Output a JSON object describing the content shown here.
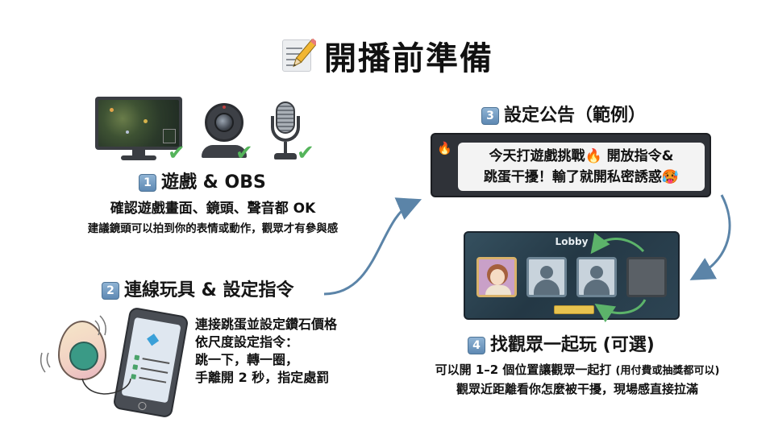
{
  "title": {
    "icon": "memo-pencil-icon",
    "text": "開播前準備"
  },
  "sections": [
    {
      "number": "1",
      "heading": "遊戲 & OBS",
      "line1": "確認遊戲畫面、鏡頭、聲音都 OK",
      "line2": "建議鏡頭可以拍到你的表情或動作，觀眾才有參與感",
      "icons": [
        "monitor-game-icon",
        "webcam-icon",
        "microphone-icon"
      ],
      "check_mark": "✔"
    },
    {
      "number": "2",
      "heading": "連線玩具 & 設定指令",
      "lines": [
        "連接跳蛋並設定鑽石價格",
        "依尺度設定指令：",
        "跳一下，轉一圈，",
        "手離開 2 秒，指定處罰"
      ],
      "icons": [
        "egg-vibrator-icon",
        "phone-diamond-icon"
      ]
    },
    {
      "number": "3",
      "heading": "設定公告（範例）",
      "announcement": {
        "line1": "今天打遊戲挑戰🔥 開放指令&",
        "line2": "跳蛋干擾！輸了就開私密誘惑🥵",
        "badge_icon": "🔥"
      }
    },
    {
      "number": "4",
      "heading": "找觀眾一起玩 (可選)",
      "line1_main": "可以開 1–2 個位置讓觀眾一起打",
      "line1_note": "(用付費或抽獎都可以)",
      "line2": "觀眾近距離看你怎麼被干擾，現場感直接拉滿",
      "lobby": {
        "label": "Lobby",
        "slots": [
          "host",
          "viewer",
          "viewer",
          "empty"
        ]
      }
    }
  ],
  "colors": {
    "arrow": "#5b84a8",
    "check": "#55b45b",
    "badge": "#6a93bb",
    "lobby_bg": "#2a3f4c",
    "gold": "#e8c34f"
  }
}
